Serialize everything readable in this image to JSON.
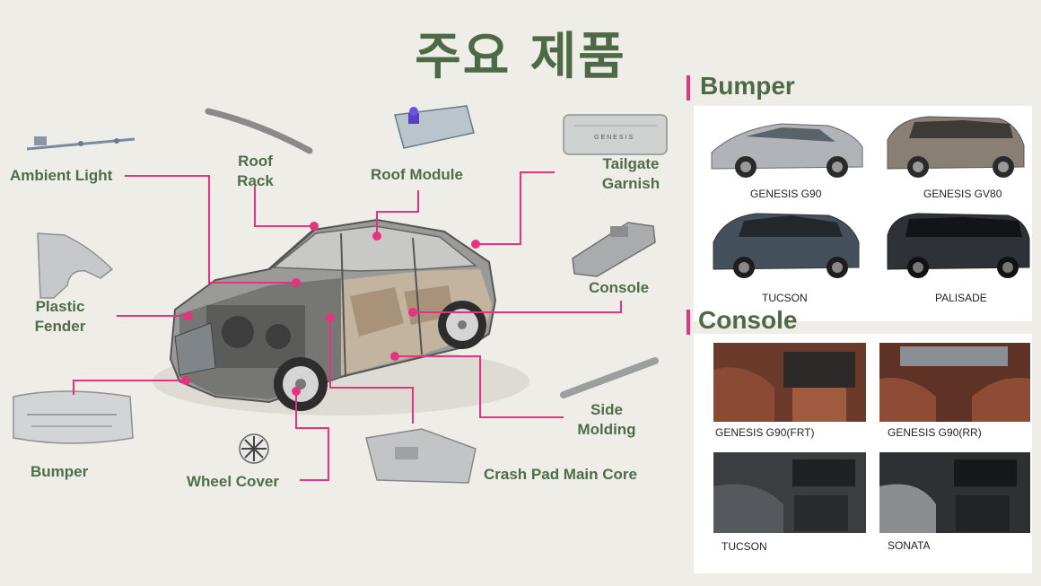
{
  "title": "주요 제품",
  "parts": {
    "ambient_light": "Ambient Light",
    "roof_rack_l1": "Roof",
    "roof_rack_l2": "Rack",
    "roof_module": "Roof Module",
    "tailgate_l1": "Tailgate",
    "tailgate_l2": "Garnish",
    "plastic_l1": "Plastic",
    "plastic_l2": "Fender",
    "console": "Console",
    "bumper": "Bumper",
    "wheel_cover": "Wheel Cover",
    "side_l1": "Side",
    "side_l2": "Molding",
    "crash_pad": "Crash Pad Main Core"
  },
  "bumper_section": {
    "heading": "Bumper",
    "cars": [
      "GENESIS G90",
      "GENESIS GV80",
      "TUCSON",
      "PALISADE"
    ]
  },
  "console_section": {
    "heading": "Console",
    "items": [
      "GENESIS G90(FRT)",
      "GENESIS G90(RR)",
      "TUCSON",
      "SONATA"
    ]
  },
  "colors": {
    "accent": "#e6337e",
    "heading": "#4e6a45",
    "background": "#efede8"
  }
}
